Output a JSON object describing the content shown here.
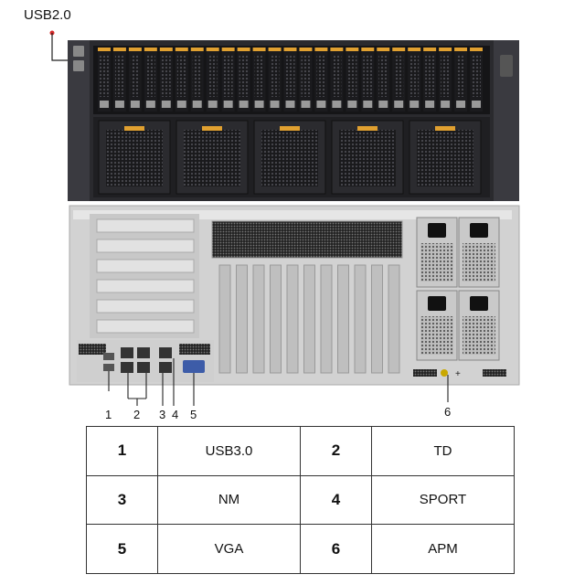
{
  "top_label": "USB2.0",
  "callouts": [
    "1",
    "2",
    "3",
    "4",
    "5",
    "6"
  ],
  "legend": {
    "rows": [
      [
        {
          "num": "1",
          "name": "USB3.0"
        },
        {
          "num": "2",
          "name": "TD"
        }
      ],
      [
        {
          "num": "3",
          "name": "NM"
        },
        {
          "num": "4",
          "name": "SPORT"
        }
      ],
      [
        {
          "num": "5",
          "name": "VGA"
        },
        {
          "num": "6",
          "name": "APM"
        }
      ]
    ]
  },
  "colors": {
    "chassis_front": "#2a2a2e",
    "drive_tray": "#1b1b1e",
    "drive_latch": "#e0a030",
    "rear_panel": "#dcdcdc",
    "pcie_slot": "#bfbfbf",
    "psu": "#c9c9c9",
    "vga_port": "#3d5ca8",
    "callout_dot": "#d62828"
  },
  "icons": [
    "red-dot-icon",
    "hdd-tray-icon",
    "fan-module-icon",
    "psu-socket-icon",
    "ground-screw-icon"
  ]
}
